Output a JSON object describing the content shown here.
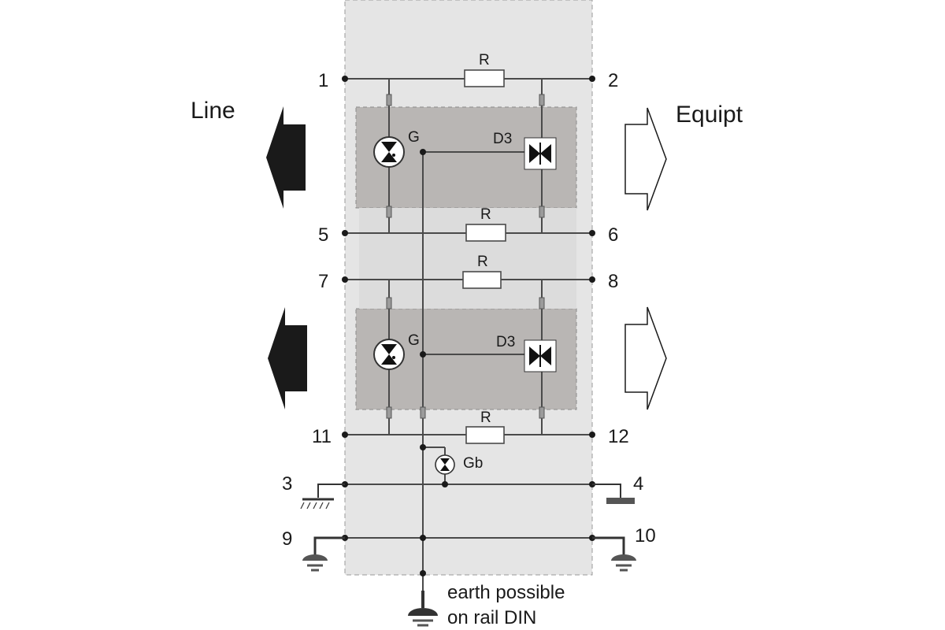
{
  "left_label": "Line",
  "right_label": "Equipt",
  "earth_note_line1": "earth possible",
  "earth_note_line2": "on rail DIN",
  "terminals": {
    "t1": "1",
    "t2": "2",
    "t5": "5",
    "t6": "6",
    "t7": "7",
    "t8": "8",
    "t11": "11",
    "t12": "12",
    "t3": "3",
    "t4": "4",
    "t9": "9",
    "t10": "10"
  },
  "components": {
    "resistor": "R",
    "gas_tube": "G",
    "diode": "D3",
    "base_tube": "Gb"
  },
  "colors": {
    "housing": "#e5e5e5",
    "module": "#b9b6b4",
    "wire": "#4a4a4a",
    "arrow_fill": "#1a1a1a"
  }
}
